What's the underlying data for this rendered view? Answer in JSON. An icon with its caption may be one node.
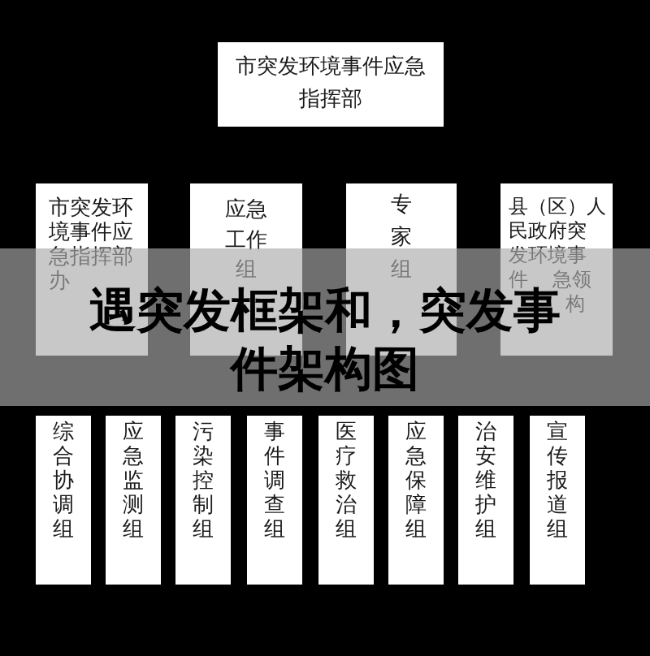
{
  "diagram": {
    "title": "遇突发框架和，突发事件架构图",
    "nodes": [
      {
        "text": [
          "市突发环境事件应急指挥部"
        ]
      },
      {
        "text": [
          "市突发环境事件应急指挥部办"
        ]
      },
      {
        "text": [
          "应急工作组"
        ]
      },
      {
        "text": [
          "专家组"
        ]
      },
      {
        "text": [
          "县（区）人民政府突发环境事件 急领",
          "构"
        ]
      },
      {
        "text": [
          "综合协调组"
        ]
      },
      {
        "text": [
          "应急监测组"
        ]
      },
      {
        "text": [
          "污染控制组"
        ]
      },
      {
        "text": [
          "事件调查组"
        ]
      },
      {
        "text": [
          "医疗救治组"
        ]
      },
      {
        "text": [
          "应急保障组"
        ]
      },
      {
        "text": [
          "治安维护组"
        ]
      },
      {
        "text": [
          "宣传报道组"
        ]
      }
    ]
  }
}
